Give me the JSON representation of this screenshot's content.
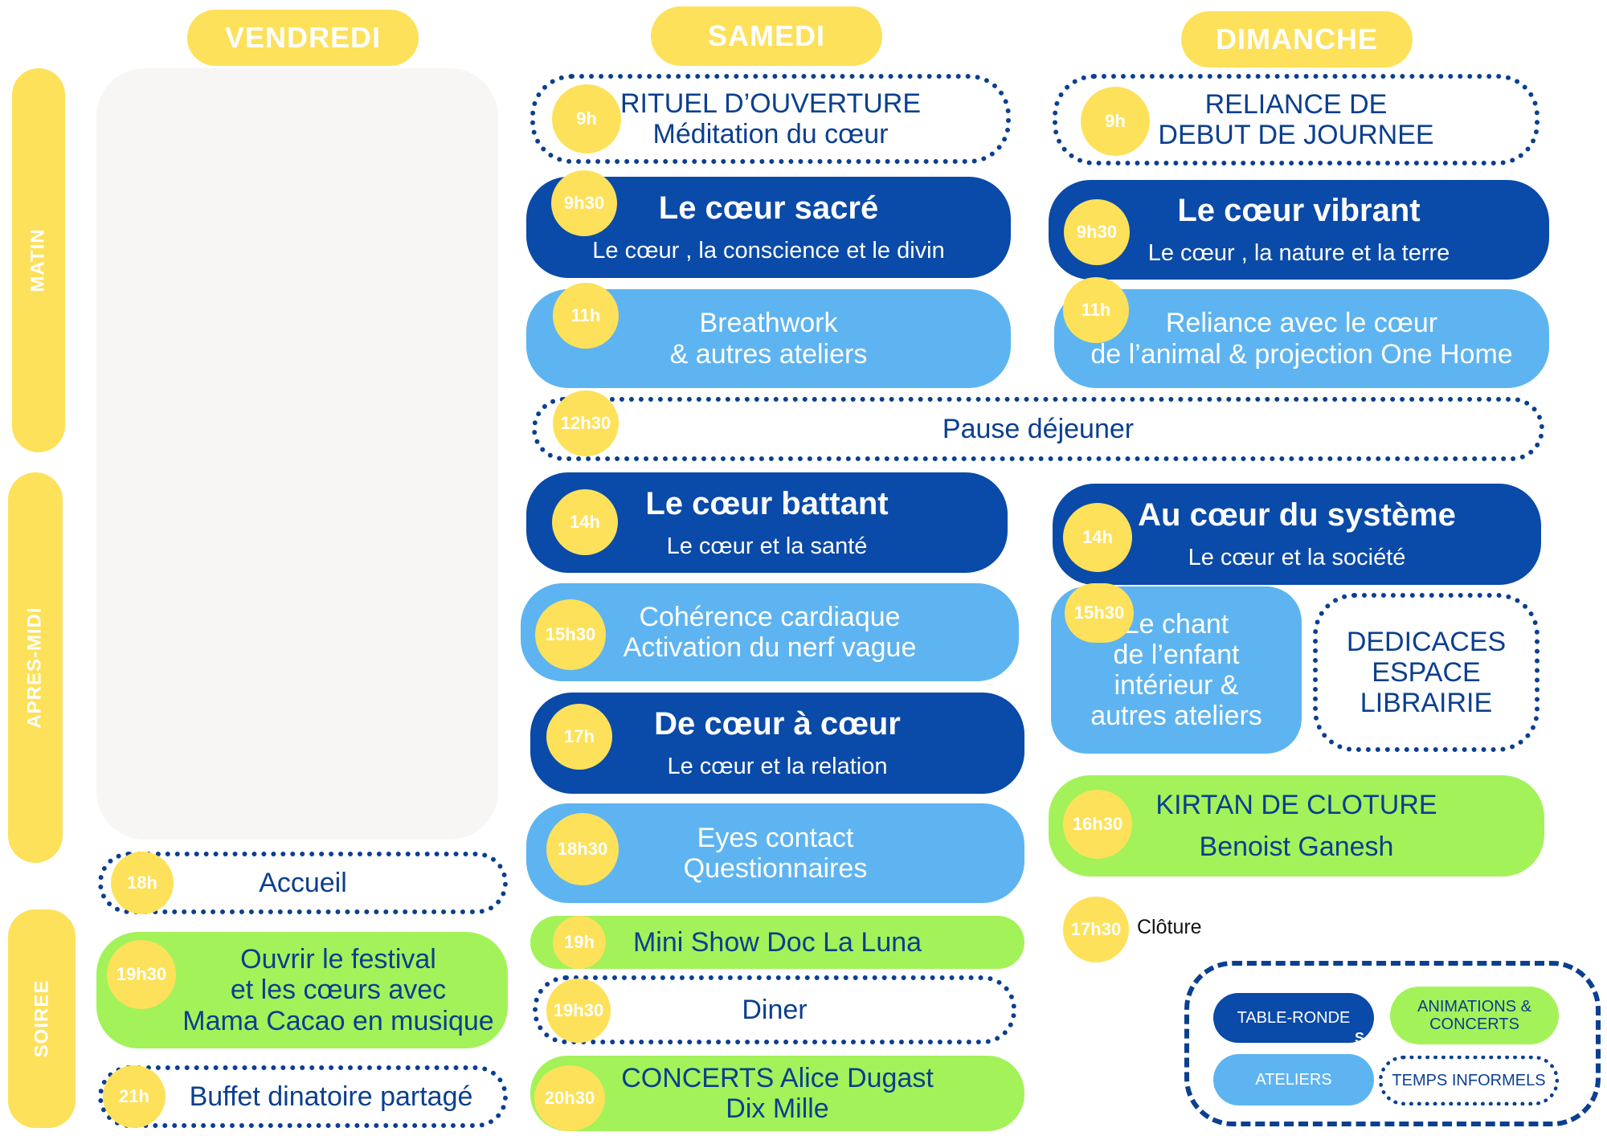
{
  "days": {
    "friday": "VENDREDI",
    "saturday": "SAMEDI",
    "sunday": "DIMANCHE"
  },
  "periods": {
    "morning": "MATIN",
    "afternoon": "APRES-MIDI",
    "evening": "SOIREE"
  },
  "friday": {
    "accueil": {
      "time": "18h",
      "label": "Accueil"
    },
    "ouvrir": {
      "time": "19h30",
      "line1": "Ouvrir le festival",
      "line2": "et les cœurs avec",
      "line3": "Mama Cacao en musique"
    },
    "buffet": {
      "time": "21h",
      "label": "Buffet dinatoire partagé"
    }
  },
  "saturday": {
    "rituel": {
      "time": "9h",
      "line1": "RITUEL D’OUVERTURE",
      "line2": "Méditation du cœur"
    },
    "sacre": {
      "time": "9h30",
      "title": "Le cœur sacré",
      "subtitle": "Le cœur , la conscience et le divin"
    },
    "breathwork": {
      "time": "11h",
      "line1": "Breathwork",
      "line2": "& autres ateliers"
    },
    "battant": {
      "time": "14h",
      "title": "Le cœur battant",
      "subtitle": "Le cœur et la santé"
    },
    "coherence": {
      "time": "15h30",
      "line1": "Cohérence cardiaque",
      "line2": "Activation du nerf vague"
    },
    "coeur_a_coeur": {
      "time": "17h",
      "title": "De cœur à cœur",
      "subtitle": "Le cœur et la relation"
    },
    "eyes": {
      "time": "18h30",
      "line1": "Eyes contact",
      "line2": "Questionnaires"
    },
    "minishow": {
      "time": "19h",
      "label": "Mini Show Doc La Luna"
    },
    "diner": {
      "time": "19h30",
      "label": "Diner"
    },
    "concerts": {
      "time": "20h30",
      "line1": "CONCERTS Alice Dugast",
      "line2": "Dix Mille"
    }
  },
  "shared": {
    "pause": {
      "time": "12h30",
      "label": "Pause déjeuner"
    }
  },
  "sunday": {
    "reliance_debut": {
      "time": "9h",
      "line1": "RELIANCE DE",
      "line2": "DEBUT DE JOURNEE"
    },
    "vibrant": {
      "time": "9h30",
      "title": "Le cœur vibrant",
      "subtitle": "Le cœur , la nature et la terre"
    },
    "reliance_animal": {
      "time": "11h",
      "line1": "Reliance avec le cœur",
      "line2": "de l’animal & projection One Home"
    },
    "systeme": {
      "time": "14h",
      "title": "Au cœur du système",
      "subtitle": "Le cœur et la société"
    },
    "chant": {
      "time": "15h30",
      "line1": "Le chant",
      "line2": "de l’enfant",
      "line3": "intérieur &",
      "line4": "autres ateliers"
    },
    "dedicaces": {
      "line1": "DEDICACES",
      "line2": "ESPACE",
      "line3": "LIBRAIRIE"
    },
    "kirtan": {
      "time": "16h30",
      "line1": "KIRTAN DE CLOTURE",
      "line2": "Benoist Ganesh"
    },
    "cloture": {
      "time": "17h30",
      "label": "Clôture"
    }
  },
  "legend": {
    "table_ronde": "TABLE-RONDE",
    "animations": "ANIMATIONS & CONCERTS",
    "ateliers": "ATELIERS",
    "temps_informels": "TEMPS INFORMELS",
    "stray_s": "S"
  },
  "colors": {
    "yellow": "#fde15a",
    "dark_blue": "#0a4aa8",
    "light_blue": "#5eb4f0",
    "green": "#a3f25a",
    "navy_text": "#0b3f8f"
  }
}
